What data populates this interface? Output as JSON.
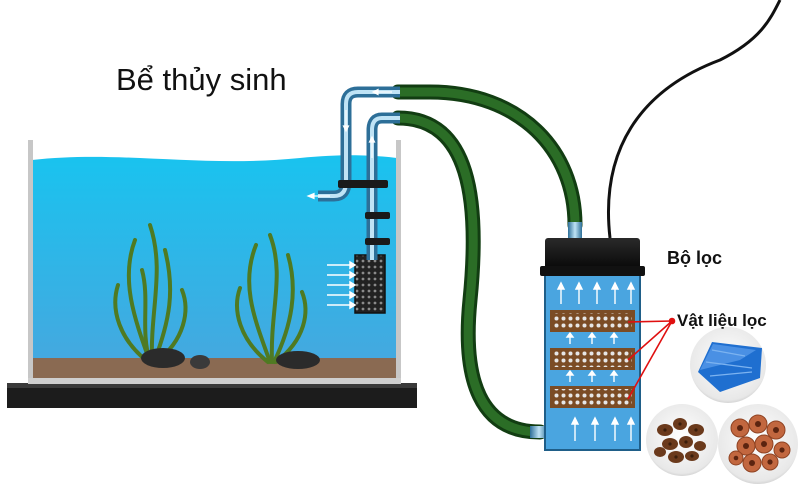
{
  "labels": {
    "tank": "Bể thủy sinh",
    "filter": "Bộ lọc",
    "media": "Vật liệu lọc"
  },
  "icons": [
    "aquarium-tank",
    "canister-filter",
    "sponge-media",
    "ceramic-ring-media",
    "lava-rock-media",
    "water-plant"
  ],
  "colors": {
    "water": "#3bc4e6",
    "hose": "#1f5a1c",
    "pipe": "#4f8fb5",
    "filter_body": "#5fb2e8",
    "filter_lid": "#151515",
    "media_tray": "#8a5a2e",
    "arrow_pointer": "#e01010",
    "sponge": "#1f6fd0",
    "ceramic": "#c2673f"
  }
}
